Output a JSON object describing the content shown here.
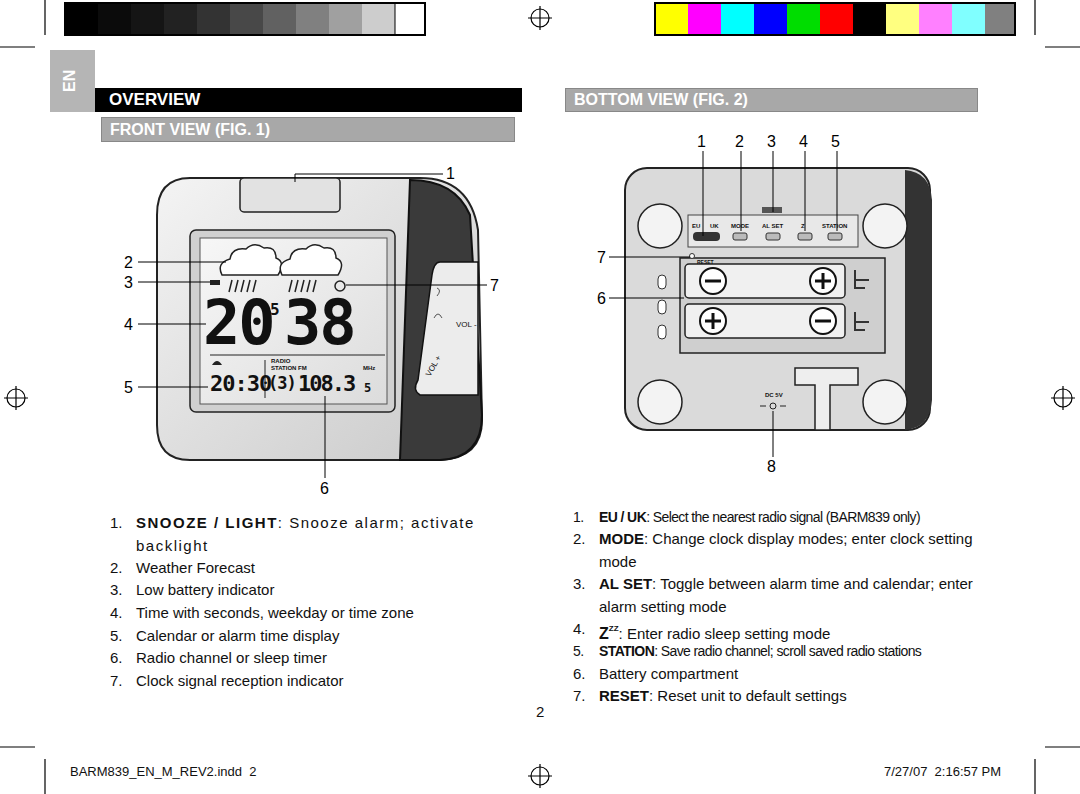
{
  "diagram": {
    "nodes": [
      {
        "text": [
          "EN"
        ]
      },
      {
        "text": [
          "OVERVIEW"
        ]
      },
      {
        "text": [
          "FRONT VIEW (FIG. 1)"
        ]
      },
      {
        "text": [
          "BOTTOM VIEW (FIG. 2)"
        ]
      }
    ],
    "labels": [
      "1",
      "2",
      "3",
      "4",
      "5",
      "6",
      "7",
      "20",
      "38",
      "5",
      "20:30",
      "(3)",
      "108.3",
      "5",
      "RADIO",
      "STATION FM",
      "MHz",
      "VOL -",
      "VOL +",
      "1",
      "2",
      "3",
      "4",
      "5",
      "7",
      "6",
      "8",
      "EU",
      "UK",
      "MODE",
      "AL SET",
      "Z",
      "STATION",
      "RESET",
      "DC 5V",
      "1.",
      "SNOOZE / LIGHT",
      ": Snooze alarm; activate backlight",
      "2.",
      "Weather Forecast",
      "3.",
      "Low battery indicator",
      "4.",
      "Time with seconds, weekday or time zone",
      "5.",
      "Calendar or alarm time display",
      "6.",
      "Radio channel or sleep timer",
      "7.",
      "Clock signal reception indicator",
      "1.",
      "EU / UK",
      ": Select the nearest radio signal (BARM839 only)",
      "2.",
      "MODE",
      ": Change clock display modes; enter clock setting mode",
      "3.",
      "AL SET",
      ": Toggle between alarm time and calendar; enter alarm setting mode",
      "4.",
      "Z",
      "ZZ",
      ": Enter radio sleep setting mode",
      "5.",
      "STATION",
      ": Save radio channel; scroll saved radio stations",
      "6.",
      "Battery compartment",
      "7.",
      "RESET",
      ": Reset unit to default settings",
      "2",
      "BARM839_EN_M_REV2.indd  2",
      "7/27/07  2:16:57 PM"
    ]
  }
}
